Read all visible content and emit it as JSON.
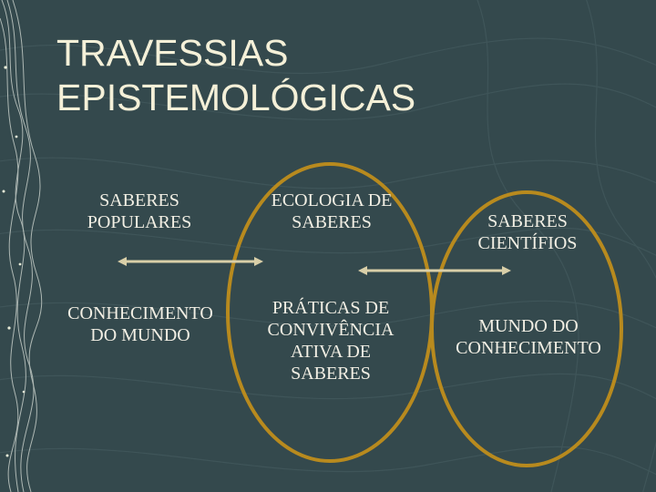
{
  "slide": {
    "title_lines": [
      "TRAVESSIAS",
      "EPISTEMOLÓGICAS"
    ]
  },
  "diagram": {
    "left_column": {
      "top_lines": [
        "SABERES",
        "POPULARES"
      ],
      "bottom_lines": [
        "CONHECIMENTO",
        "DO MUNDO"
      ]
    },
    "center_column": {
      "top_lines": [
        "ECOLOGIA DE",
        "SABERES"
      ],
      "bottom_lines": [
        "PRÁTICAS DE",
        "CONVIVÊNCIA",
        "ATIVA DE",
        "SABERES"
      ]
    },
    "right_column": {
      "top_lines": [
        "SABERES",
        "CIENTÍFIOS"
      ],
      "bottom_lines": [
        "MUNDO DO",
        "CONHECIMENTO"
      ]
    },
    "colors": {
      "ellipse_stroke": "#b88a1e",
      "arrow": "#d9cfa8",
      "text": "#f2efe4",
      "background": "#34494d"
    }
  }
}
